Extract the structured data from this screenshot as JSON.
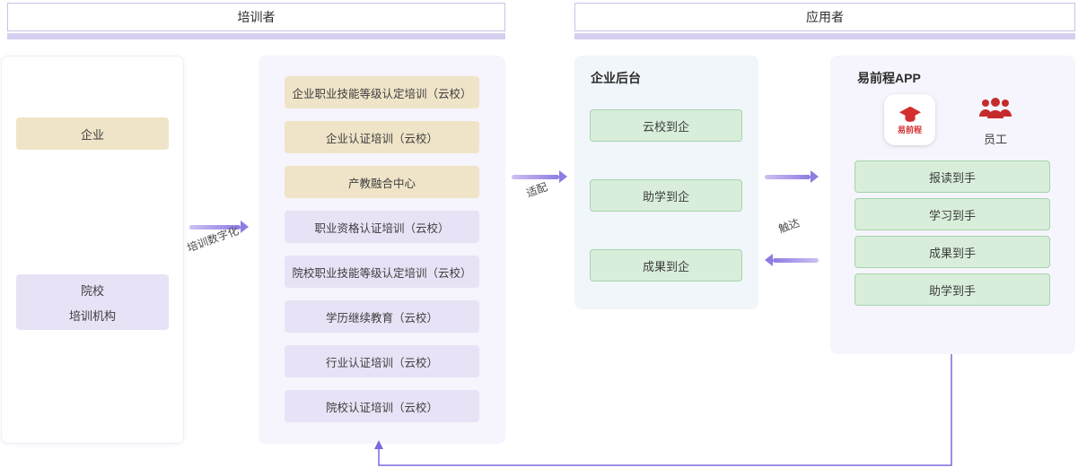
{
  "headers": {
    "left": "培训者",
    "right": "应用者"
  },
  "left_panel": {
    "enterprise": "企业",
    "institution_line1": "院校",
    "institution_line2": "培训机构"
  },
  "flow_labels": {
    "digitalization": "培训数字化",
    "adapt": "适配",
    "reach": "触达"
  },
  "training_panel": {
    "items": [
      "企业职业技能等级认定培训（云校）",
      "企业认证培训（云校）",
      "产教融合中心",
      "职业资格认证培训（云校）",
      "院校职业技能等级认定培训（云校）",
      "学历继续教育（云校）",
      "行业认证培训（云校）",
      "院校认证培训（云校）"
    ]
  },
  "backend_panel": {
    "title": "企业后台",
    "items": [
      "云校到企",
      "助学到企",
      "成果到企"
    ]
  },
  "app_panel": {
    "title": "易前程APP",
    "app_icon_label": "易前程",
    "staff_label": "员工",
    "items": [
      "报读到手",
      "学习到手",
      "成果到手",
      "助学到手"
    ]
  },
  "colors": {
    "accent_purple": "#8f7ce3",
    "header_strip": "#d6cff0",
    "beige_fill": "#f0e4c8",
    "lavender_fill": "#e8e2f6",
    "green_fill": "#d8eeda",
    "green_border": "#a5d4ac",
    "brand_red": "#d32f2f"
  }
}
